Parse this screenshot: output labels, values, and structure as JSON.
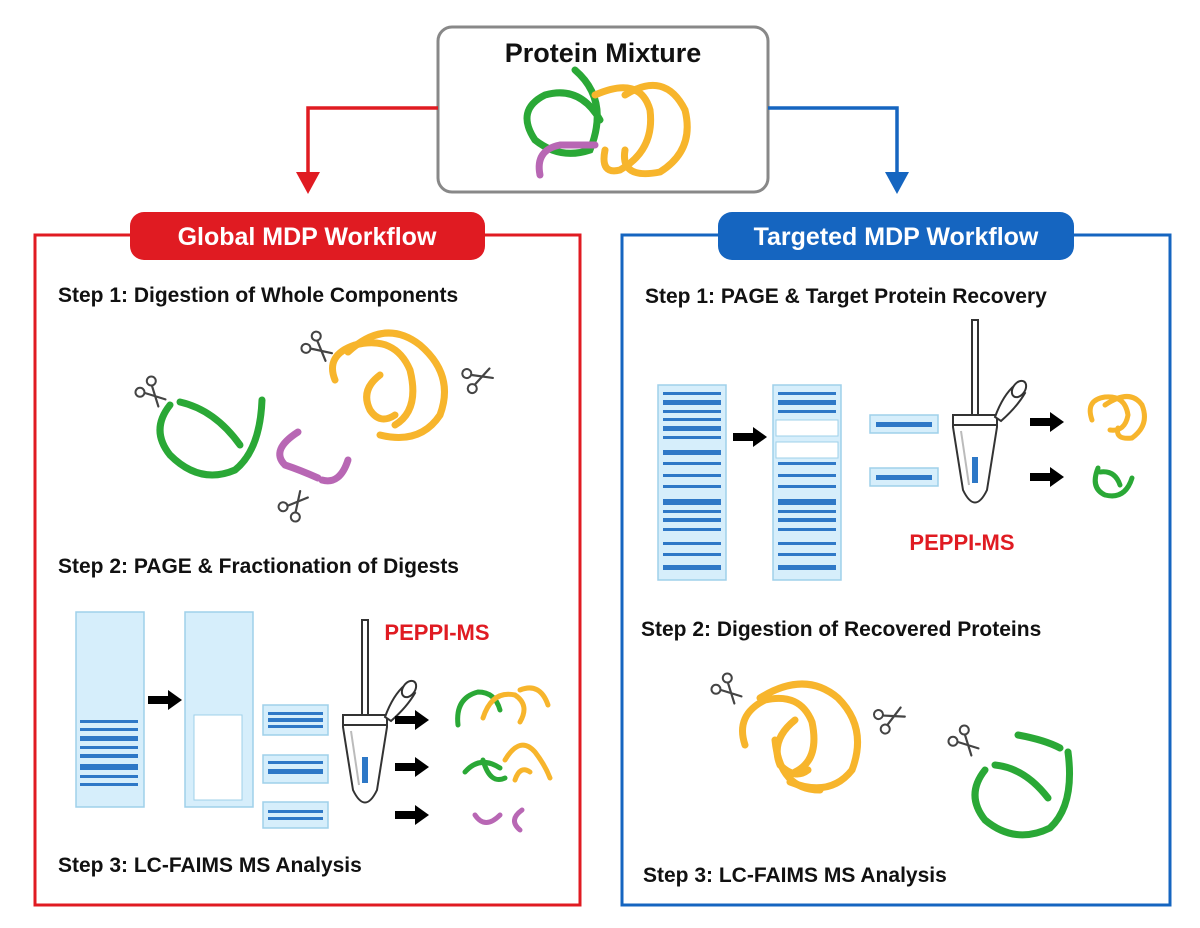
{
  "source": {
    "title": "Protein Mixture"
  },
  "global": {
    "title": "Global MDP Workflow",
    "color": "#e01b22",
    "steps": [
      "Step 1: Digestion of Whole Components",
      "Step 2: PAGE & Fractionation of Digests",
      "Step 3: LC-FAIMS MS Analysis"
    ],
    "method": "PEPPI-MS"
  },
  "targeted": {
    "title": "Targeted MDP Workflow",
    "color": "#1565c0",
    "steps": [
      "Step 1: PAGE & Target Protein Recovery",
      "Step 2: Digestion of Recovered Proteins",
      "Step 3: LC-FAIMS MS Analysis"
    ],
    "method": "PEPPI-MS"
  },
  "colors": {
    "green": "#2aa836",
    "orange": "#f7b52c",
    "purple": "#b867b4",
    "gel_fill": "#d6eefb",
    "gel_stroke": "#9fd0ea",
    "band": "#2e78c7",
    "border_gray": "#888888"
  },
  "icons": [
    "scissors-icon",
    "tube-icon",
    "arrow-right-icon"
  ]
}
